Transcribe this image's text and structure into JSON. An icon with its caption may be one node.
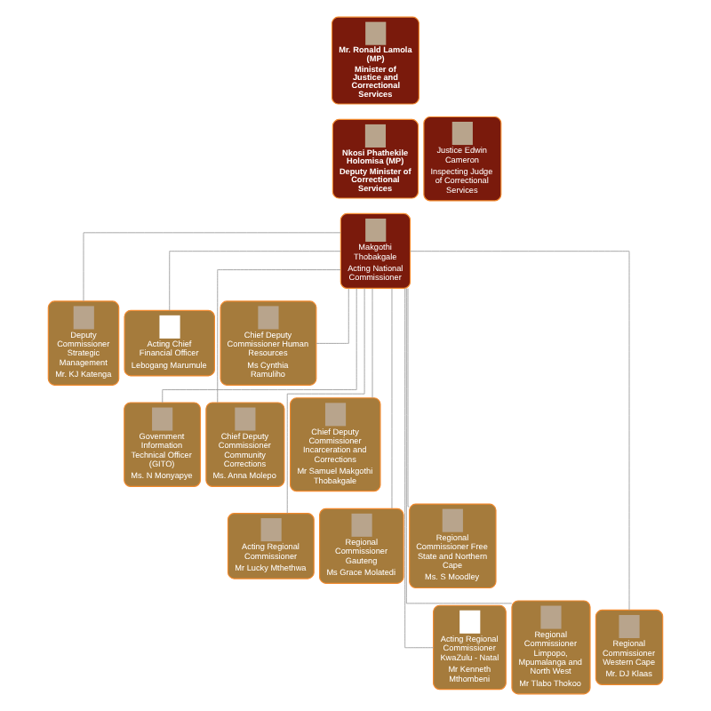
{
  "diagram": {
    "nodes": [
      {
        "text": [
          "Mr. Ronald Lamola (MP)",
          "Minister of Justice and Correctional Services"
        ]
      },
      {
        "text": [
          "Justice Edwin Cameron",
          "Inspecting Judge of Correctional Services"
        ]
      },
      {
        "text": [
          "Nkosi Phathekile Holomisa (MP)",
          "Deputy Minister of Correctional Services"
        ]
      },
      {
        "text": [
          "Makgothi Thobakgale",
          "Acting National Commissioner"
        ]
      },
      {
        "text": [
          "Deputy Commissioner Strategic Management",
          "Mr. KJ Katenga"
        ]
      },
      {
        "text": [
          "Acting Chief Financial Officer",
          "Lebogang Marumule"
        ]
      },
      {
        "text": [
          "Chief Deputy Commissioner Human Resources",
          "Ms Cynthia Ramuliho"
        ]
      },
      {
        "text": [
          "Government Information Technical Officer (GITO)",
          "Ms. N Monyapye"
        ]
      },
      {
        "text": [
          "Chief Deputy Commissioner Community Corrections",
          "Ms. Anna Molepo"
        ]
      },
      {
        "text": [
          "Chief Deputy Commissioner Incarceration and Corrections",
          "Mr Samuel Makgothi Thobakgale"
        ]
      },
      {
        "text": [
          "Acting Regional Commissioner",
          "Mr Lucky Mthethwa"
        ]
      },
      {
        "text": [
          "Regional Commissioner Gauteng",
          "Ms Grace Molatedi"
        ]
      },
      {
        "text": [
          "Regional Commissioner Free State and Northern Cape",
          "Ms. S Moodley"
        ]
      },
      {
        "text": [
          "Acting Regional Commissioner KwaZulu - Natal",
          "Mr Kenneth Mthombeni"
        ]
      },
      {
        "text": [
          "Regional Commissioner Limpopo, Mpumalanga and North West",
          "Mr Tlabo Thokoo"
        ]
      },
      {
        "text": [
          "Regional Commissioner Western Cape",
          "Mr. DJ Klaas"
        ]
      }
    ],
    "edges": [
      {
        "from": 3,
        "to": 4,
        "arrow": "none"
      },
      {
        "from": 3,
        "to": 5,
        "arrow": "none"
      },
      {
        "from": 3,
        "to": 6,
        "arrow": "none"
      },
      {
        "from": 3,
        "to": 7,
        "arrow": "none"
      },
      {
        "from": 3,
        "to": 8,
        "arrow": "none"
      },
      {
        "from": 3,
        "to": 9,
        "arrow": "none"
      },
      {
        "from": 3,
        "to": 10,
        "arrow": "none"
      },
      {
        "from": 3,
        "to": 11,
        "arrow": "none"
      },
      {
        "from": 3,
        "to": 12,
        "arrow": "none"
      },
      {
        "from": 3,
        "to": 13,
        "arrow": "none"
      },
      {
        "from": 3,
        "to": 14,
        "arrow": "none"
      },
      {
        "from": 3,
        "to": 15,
        "arrow": "none"
      }
    ]
  }
}
